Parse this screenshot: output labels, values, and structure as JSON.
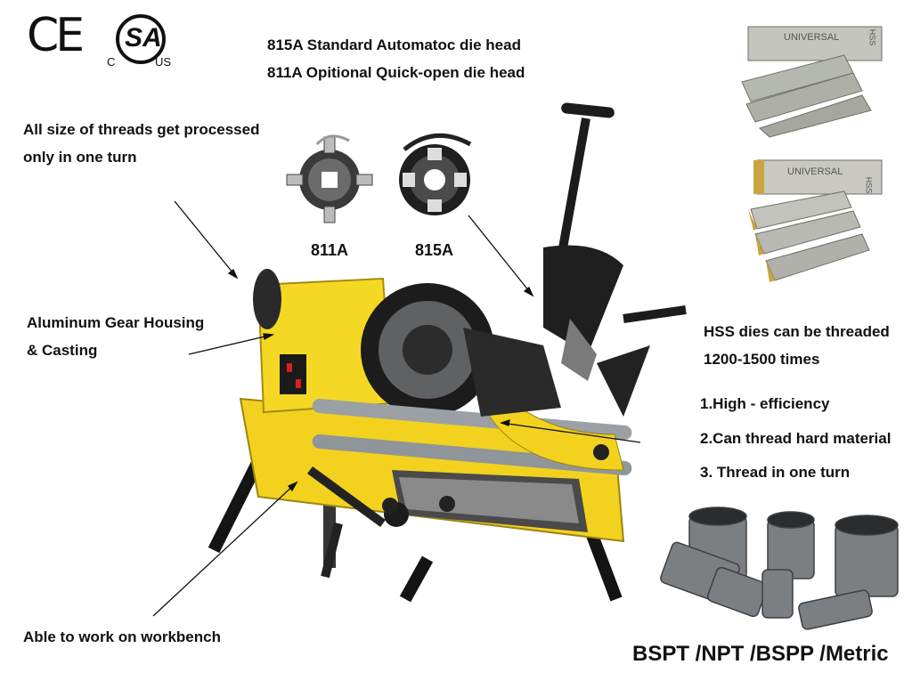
{
  "certifications": {
    "ce_mark": "CE",
    "csa_mark": "SA",
    "csa_left": "C",
    "csa_right": "US"
  },
  "header": {
    "line1": "815A Standard  Automatoc die head",
    "line2": "811A  Opitional  Quick-open die head"
  },
  "left_notes": {
    "threads_line1": "All size of threads get processed",
    "threads_line2": "only in one turn",
    "housing_line1": "Aluminum Gear Housing",
    "housing_line2": "& Casting",
    "workbench": "Able to work on workbench"
  },
  "die_heads": {
    "a_label": "811A",
    "b_label": "815A"
  },
  "right_notes": {
    "hss_line1": "HSS dies can be threaded",
    "hss_line2": "1200-1500 times",
    "feature1": "1.High - efficiency",
    "feature2": "2.Can thread hard material",
    "feature3": "3. Thread in one turn"
  },
  "die_inserts": {
    "brand": "UNIVERSAL",
    "grade": "HSS"
  },
  "thread_standards": "BSPT /NPT /BSPP /Metric",
  "colors": {
    "machine_yellow": "#f2d21e",
    "machine_dark": "#1c1c1c",
    "die_gold": "#c9a441",
    "die_silver": "#b9bbb3",
    "pipe_gray": "#7c7f82"
  }
}
